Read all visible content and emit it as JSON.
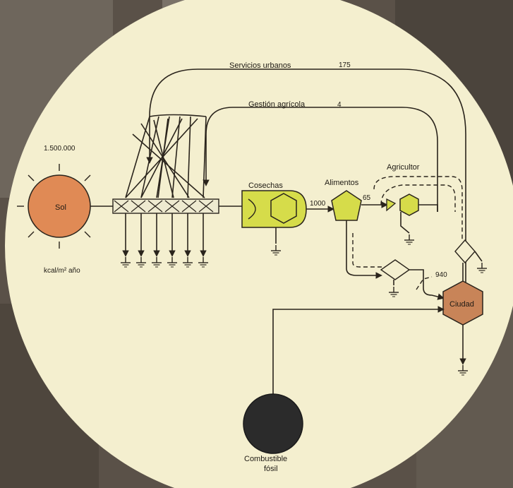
{
  "colors": {
    "background_photo": "#5a5148",
    "disk": "#f4efcf",
    "sun": "#e08a55",
    "producer": "#d6dc4a",
    "city": "#c88458",
    "fossil_fuel": "#2b2b2b",
    "lines": "#2a241c"
  },
  "labels": {
    "urban_services": "Servicios urbanos",
    "urban_services_value": "175",
    "agricultural_management": "Gestión agrícola",
    "agricultural_management_value": "4",
    "solar_value": "1.500.000",
    "sun": "Sol",
    "solar_unit": "kcal/m² año",
    "crops": "Cosechas",
    "crops_value": "1000",
    "food": "Alimentos",
    "farmer": "Agricultor",
    "farmer_value": "65",
    "city_value": "940",
    "city": "Ciudad",
    "fossil_fuel_line1": "Combustible",
    "fossil_fuel_line2": "fósil"
  },
  "icons": {
    "sun": "sun-circle-icon",
    "crops": "producer-tank-icon",
    "food": "pentagon-storage-icon",
    "farmer": "consumer-hexagon-icon",
    "city": "consumer-hexagon-icon",
    "fossil_fuel": "energy-source-circle-icon",
    "heat_sink": "ground-heat-sink-icon",
    "transaction": "diamond-exchange-icon"
  }
}
